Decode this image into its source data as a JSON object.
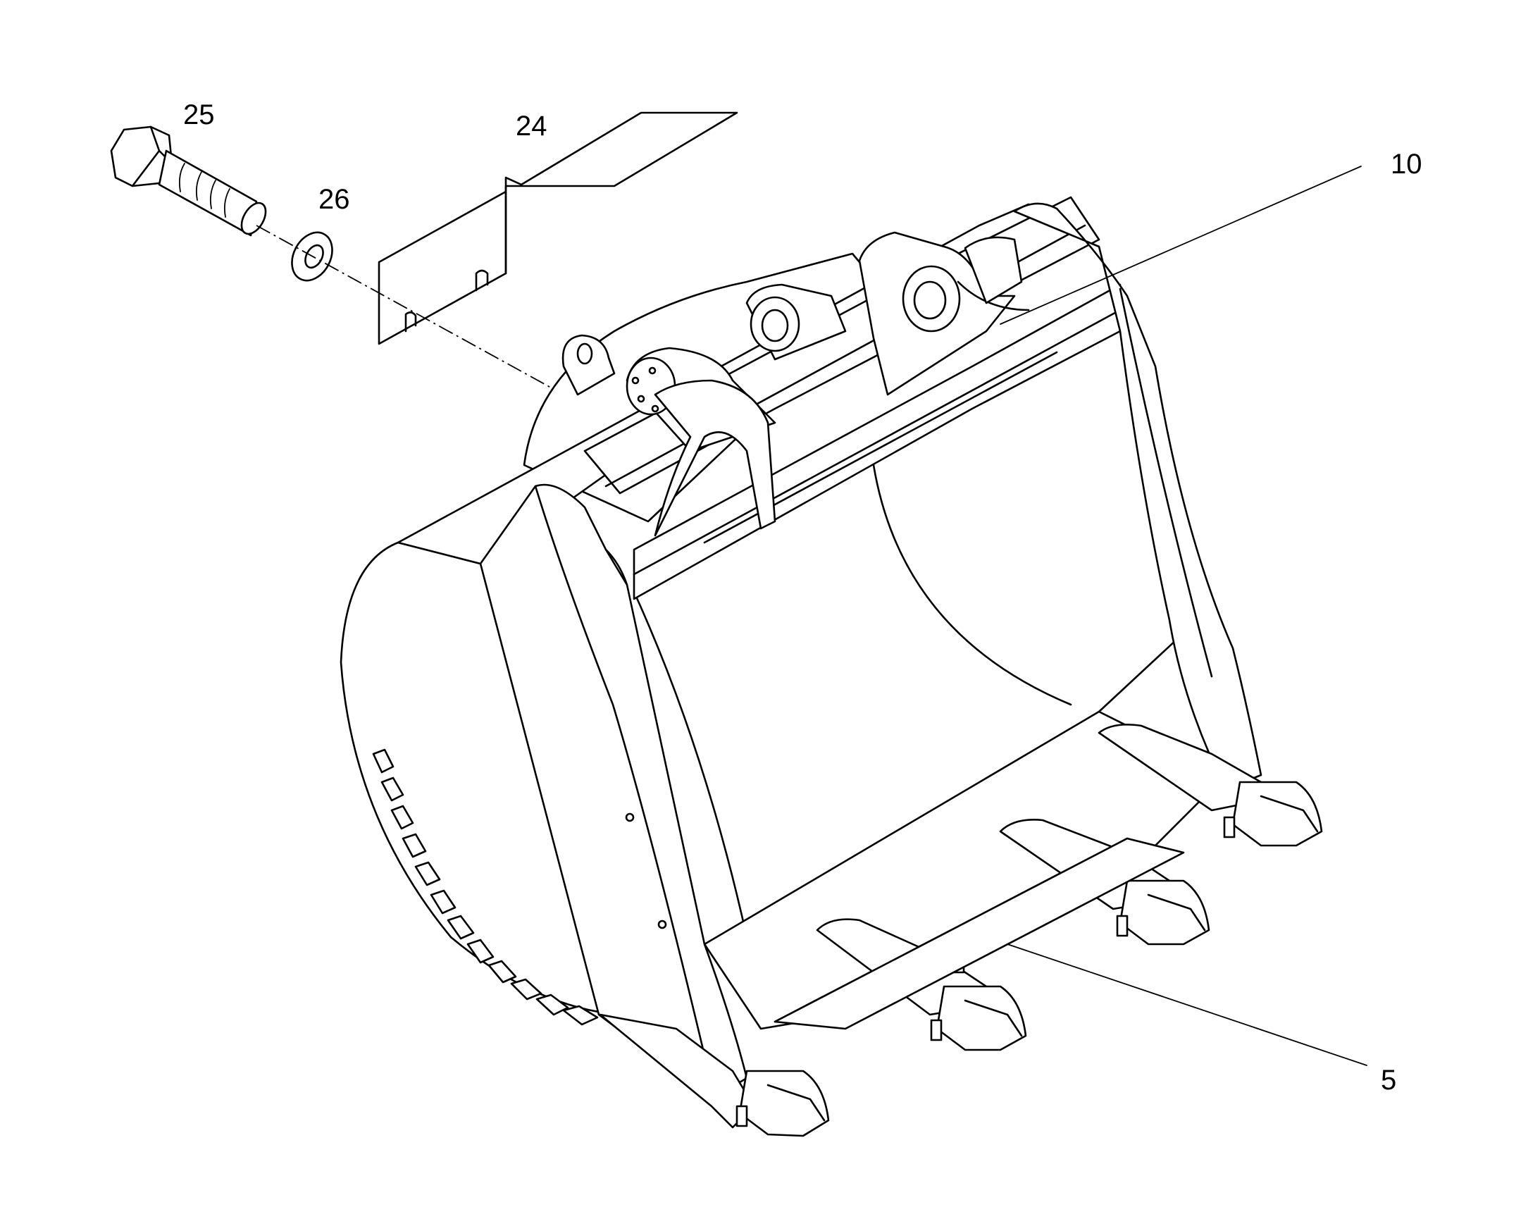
{
  "diagram": {
    "callouts": [
      {
        "id": "callout-25",
        "label": "25",
        "part": "bolt"
      },
      {
        "id": "callout-24",
        "label": "24",
        "part": "plate"
      },
      {
        "id": "callout-26",
        "label": "26",
        "part": "washer"
      },
      {
        "id": "callout-10",
        "label": "10",
        "part": "pin-boss"
      },
      {
        "id": "callout-5",
        "label": "5",
        "part": "cutting-edge"
      }
    ],
    "colors": {
      "stroke": "#000000",
      "background": "#ffffff"
    }
  }
}
